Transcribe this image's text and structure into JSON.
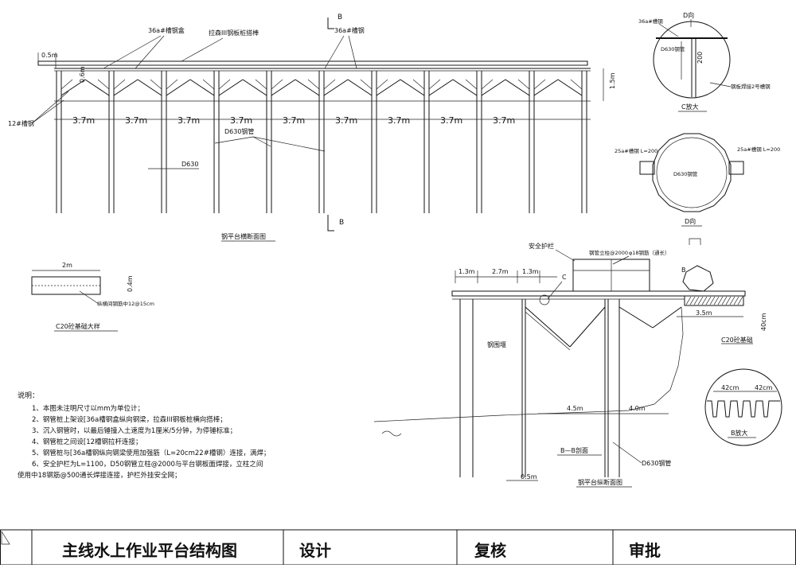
{
  "colors": {
    "line": "#111111",
    "background": "#ffffff"
  },
  "elevation": {
    "section_top": "B",
    "section_bottom": "B",
    "label_36_box": "36a#槽钢盒",
    "label_larsen": "拉森III钢板桩搭棒",
    "label_36_channel": "36a#槽钢",
    "label_12_channel": "12#槽钢",
    "dim_05": "0.5m",
    "dim_060": "0.6m",
    "dim_15": "1.5m",
    "spans": [
      "3.7m",
      "3.7m",
      "3.7m",
      "3.7m",
      "3.7m",
      "3.7m",
      "3.7m",
      "3.7m",
      "3.7m"
    ],
    "label_d630_pipe": "D630钢管",
    "label_d630": "D630",
    "title": "钢平台横断面图"
  },
  "detail_c": {
    "label_d_dir": "D向",
    "label_36": "36a#槽钢",
    "label_d630": "D630钢管",
    "dim_200": "200",
    "label_plate": "钢板焊接2号槽钢",
    "title": "C放大"
  },
  "detail_d": {
    "label_left": "25a#槽钢 L=200",
    "label_right": "25a#槽钢 L=200",
    "label_center": "D630钢管",
    "title": "D向"
  },
  "footing": {
    "dim_2m": "2m",
    "dim_04": "0.4m",
    "label_rebar": "纵横间钢筋中12@15cm",
    "title": "C20砼基础大样"
  },
  "notes": {
    "heading": "说明：",
    "items": [
      "1、本图未注明尺寸以mm为单位计；",
      "2、钢管桩上架设[36a槽钢盒纵向钢梁，拉森III钢板桩横向搭棒；",
      "3、沉入钢管时，以最后锤撞入土速度为1厘米/5分钟，为停锤标准；",
      "4、钢管桩之间设[12槽钢拉杆连接；",
      "5、钢管桩与[36a槽钢纵向钢梁使用加强筋（L=20cm22#槽钢）连接，满焊；",
      "6、安全护栏为L=1100，D50钢管立柱@2000与平台钢板面焊接，立柱之间",
      "使用中18钢筋@500通长焊接连接，护栏外挂安全网；"
    ]
  },
  "longitudinal": {
    "label_guardrail": "安全护栏",
    "label_rail_top": "钢管立柱@2000",
    "label_rail_top2": "φ18钢筋（通长）",
    "label_c": "C",
    "label_b": "B",
    "dim_13a": "1.3m",
    "dim_27": "2.7m",
    "dim_13b": "1.3m",
    "dim_35": "3.5m",
    "dim_40": "40cm",
    "label_c20": "C20砼基础",
    "label_pile": "钢围堰",
    "dim_45": "4.5m",
    "dim_40m": "4.0m",
    "section_label": "B—B剖面",
    "label_d630": "D630钢管",
    "dim_05": "0.5m",
    "title": "钢平台纵断面图"
  },
  "detail_b": {
    "dim_a": "42cm",
    "dim_b": "42cm",
    "title": "B放大"
  },
  "title_block": {
    "title": "主线水上作业平台结构图",
    "design": "设计",
    "check": "复核",
    "approve": "审批"
  }
}
